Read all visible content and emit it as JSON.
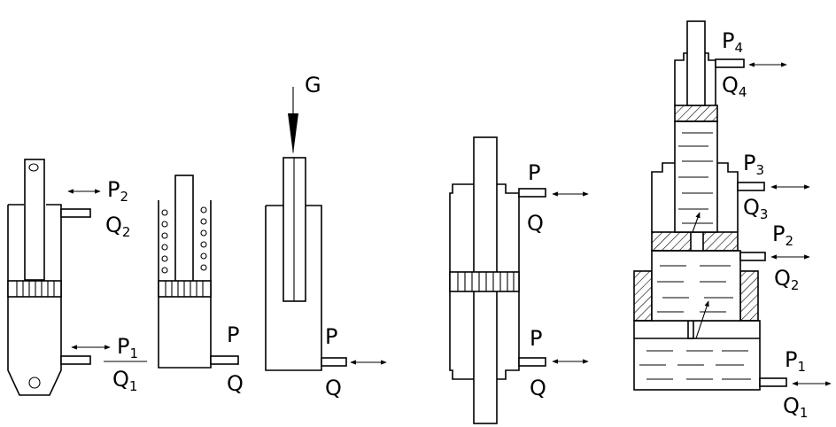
{
  "labels": {
    "p1": {
      "main": "P",
      "sub": "1"
    },
    "q1": {
      "main": "Q",
      "sub": "1"
    },
    "p2": {
      "main": "P",
      "sub": "2"
    },
    "q2": {
      "main": "Q",
      "sub": "2"
    },
    "spring_p": "P",
    "spring_q": "Q",
    "g": "G",
    "ram_p": "P",
    "ram_q": "Q",
    "rod_p_top": "P",
    "rod_q_top": "Q",
    "rod_p_bot": "P",
    "rod_q_bot": "Q",
    "tel_p4": {
      "main": "P",
      "sub": "4"
    },
    "tel_q4": {
      "main": "Q",
      "sub": "4"
    },
    "tel_p3": {
      "main": "P",
      "sub": "3"
    },
    "tel_q3": {
      "main": "Q",
      "sub": "3"
    },
    "tel_p2": {
      "main": "P",
      "sub": "2"
    },
    "tel_q2": {
      "main": "Q",
      "sub": "2"
    },
    "tel_p1": {
      "main": "P",
      "sub": "1"
    },
    "tel_q1": {
      "main": "Q",
      "sub": "1"
    }
  }
}
